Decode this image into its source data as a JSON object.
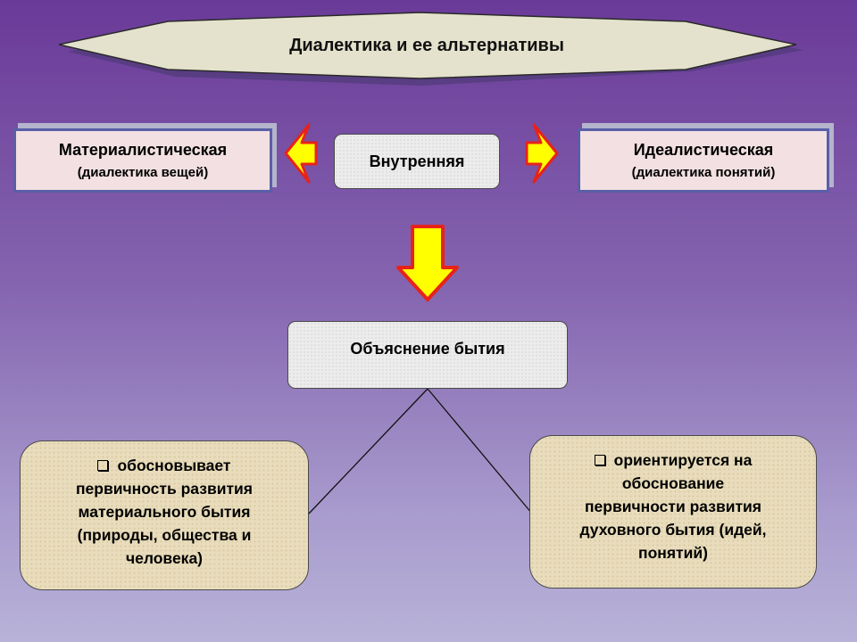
{
  "title": "Диалектика и ее альтернативы",
  "left_box": {
    "line1": "Материалистическая",
    "line2": "(диалектика вещей)"
  },
  "center_box": "Внутренняя",
  "right_box": {
    "line1": "Идеалистическая",
    "line2": "(диалектика понятий)"
  },
  "middle_box": "Объяснение бытия",
  "bottom_left": {
    "lines": [
      "обосновывает",
      "первичность развития",
      "материального бытия",
      "(природы, общества и",
      "человека)"
    ]
  },
  "bottom_right": {
    "lines": [
      "ориентируется  на",
      "обоснование",
      "первичности развития",
      "духовного бытия (идей,",
      "понятий)"
    ]
  },
  "colors": {
    "arrow_fill": "#ffff00",
    "arrow_stroke": "#e8221a",
    "banner_fill": "#e4e2cc"
  }
}
